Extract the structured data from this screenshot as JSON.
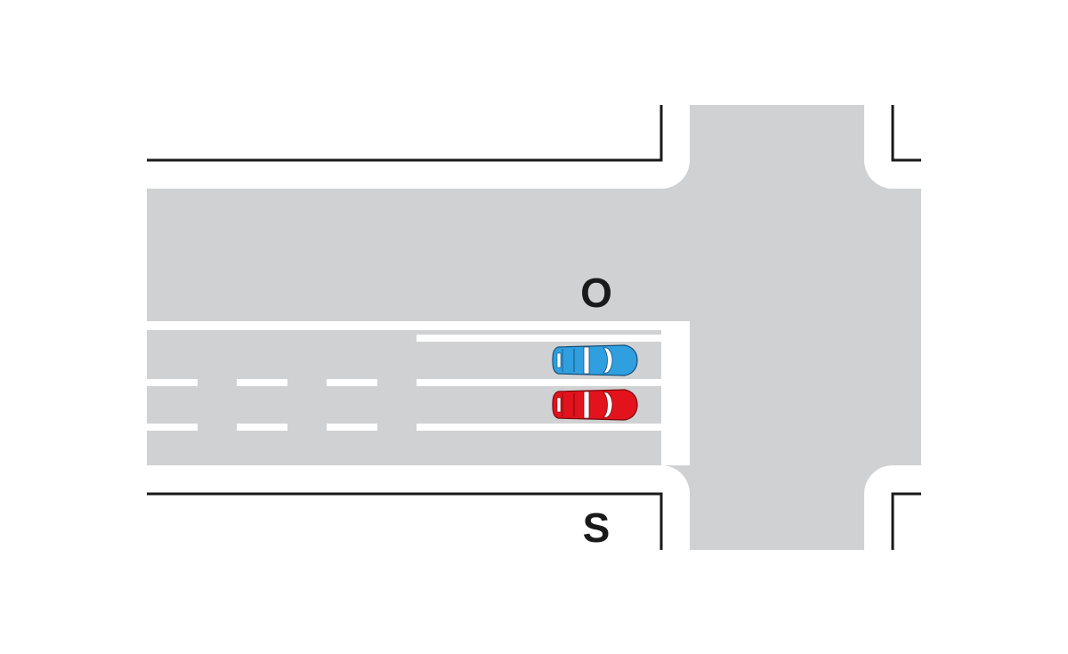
{
  "labels": {
    "north": "O",
    "south": "S"
  },
  "colors": {
    "background": "#ffffff",
    "road": "#d0d1d3",
    "marking": "#ffffff",
    "curb": "#1a1a1a",
    "car_blue": "#2f9fe0",
    "car_red": "#e2131d"
  },
  "vehicles": [
    {
      "name": "blue-car",
      "color": "blue",
      "lane": "upper"
    },
    {
      "name": "red-car",
      "color": "red",
      "lane": "lower"
    }
  ]
}
